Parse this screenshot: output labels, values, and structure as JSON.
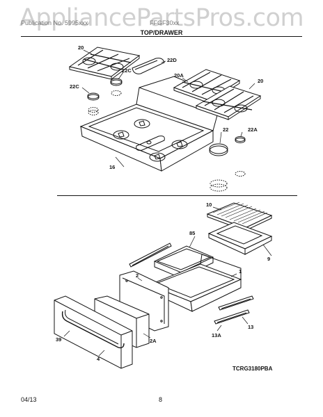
{
  "watermark": "AppliancePartsPros.com",
  "header": {
    "left": "Publication No. 5995xxx",
    "right": "FFGF30xx",
    "section_title": "TOP/DRAWER"
  },
  "callouts": {
    "c20_top": "20",
    "c22d": "22D",
    "c22c_upper": "22C",
    "c22c_left": "22C",
    "c20a": "20A",
    "c20_right": "20",
    "c22": "22",
    "c22a": "22A",
    "c16": "16",
    "c10": "10",
    "c85": "85",
    "c9": "9",
    "c1": "1",
    "c2": "2",
    "c39": "39",
    "c2a": "2A",
    "c4": "4",
    "c13": "13",
    "c13a": "13A"
  },
  "diagram_code": "TCRG3180PBA",
  "footer": {
    "date": "04/13",
    "page": "8"
  }
}
